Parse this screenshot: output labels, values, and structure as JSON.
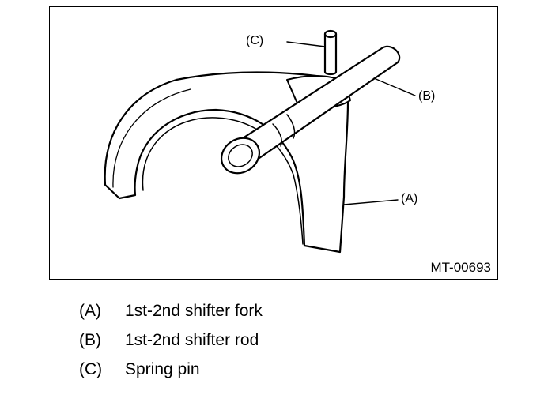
{
  "figure": {
    "code": "MT-00693",
    "callouts": {
      "a": "(A)",
      "b": "(B)",
      "c": "(C)"
    }
  },
  "legend": [
    {
      "key": "(A)",
      "text": "1st-2nd shifter fork"
    },
    {
      "key": "(B)",
      "text": "1st-2nd shifter rod"
    },
    {
      "key": "(C)",
      "text": "Spring pin"
    }
  ]
}
